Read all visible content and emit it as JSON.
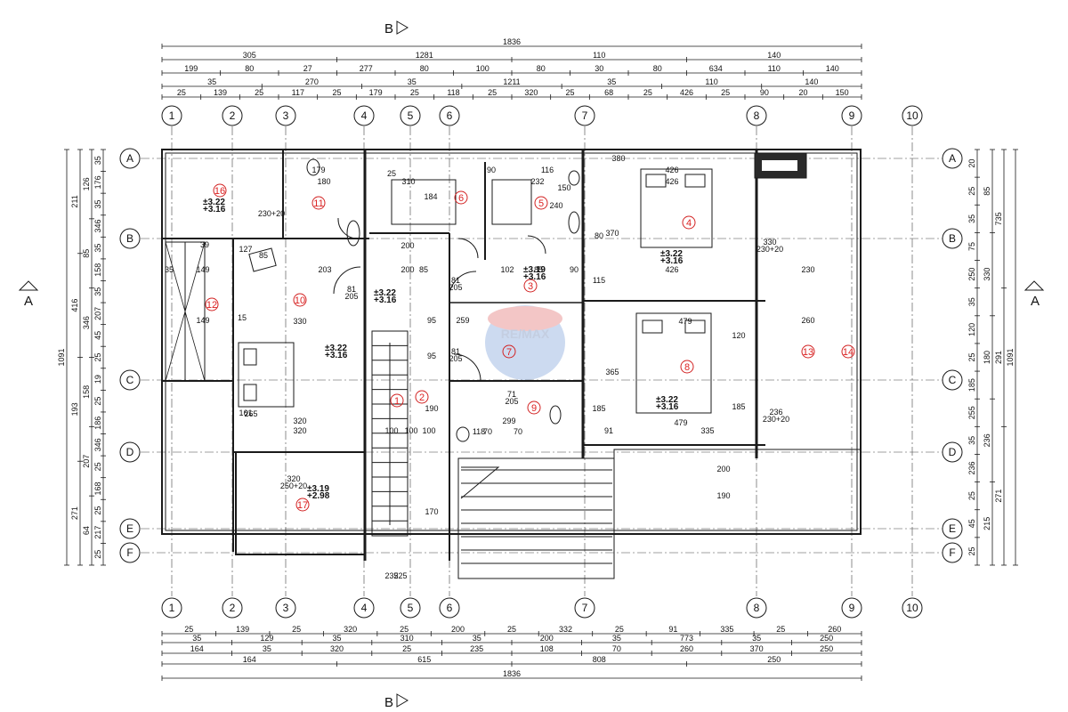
{
  "colors": {
    "ink": "#1a1a1a",
    "grid": "#444444",
    "room_marker": "#d22222",
    "wall_fill": "#2a2a2a"
  },
  "sections": {
    "top": "B",
    "bottom": "B",
    "left": "A",
    "right": "A"
  },
  "axes": {
    "columns": [
      "1",
      "2",
      "3",
      "4",
      "5",
      "6",
      "7",
      "8",
      "9",
      "10"
    ],
    "rows": [
      "A",
      "B",
      "C",
      "D",
      "E",
      "F"
    ]
  },
  "top_dimensions": [
    [
      "1836"
    ],
    [
      "305",
      "1281",
      "110",
      "140"
    ],
    [
      "199",
      "80",
      "27",
      "277",
      "80",
      "100",
      "80",
      "30",
      "80",
      "634",
      "110",
      "140"
    ],
    [
      "35",
      "270",
      "35",
      "1211",
      "35",
      "110",
      "140"
    ],
    [
      "25",
      "139",
      "25",
      "117",
      "25",
      "179",
      "25",
      "118",
      "25",
      "320",
      "25",
      "68",
      "25",
      "426",
      "25",
      "90",
      "20",
      "150"
    ]
  ],
  "bottom_dimensions": [
    [
      "25",
      "139",
      "25",
      "320",
      "25",
      "200",
      "25",
      "332",
      "25",
      "91",
      "335",
      "25",
      "260"
    ],
    [
      "35",
      "129",
      "35",
      "310",
      "35",
      "200",
      "35",
      "773",
      "35",
      "250"
    ],
    [
      "164",
      "35",
      "320",
      "25",
      "235",
      "108",
      "70",
      "260",
      "370",
      "250"
    ],
    [
      "164",
      "615",
      "808",
      "250"
    ],
    [
      "1836"
    ]
  ],
  "left_dimensions": {
    "outer": [
      "1091"
    ],
    "mid": [
      "211",
      "416",
      "193",
      "271"
    ],
    "inner": [
      "126",
      "85",
      "346",
      "158",
      "207",
      "64"
    ],
    "near": [
      "35",
      "176",
      "35",
      "346",
      "35",
      "158",
      "35",
      "207",
      "45",
      "25",
      "19",
      "25",
      "186",
      "346",
      "25",
      "168",
      "25",
      "217",
      "25"
    ]
  },
  "right_dimensions": {
    "outer": [
      "1091"
    ],
    "mid": [
      "735",
      "291",
      "271"
    ],
    "inner": [
      "85",
      "330",
      "180",
      "236",
      "215"
    ],
    "near": [
      "20",
      "25",
      "35",
      "75",
      "250",
      "35",
      "120",
      "25",
      "185",
      "255",
      "35",
      "236",
      "25",
      "45",
      "25"
    ]
  },
  "rooms": [
    "1",
    "2",
    "3",
    "4",
    "5",
    "6",
    "7",
    "8",
    "9",
    "10",
    "11",
    "12",
    "13",
    "14",
    "16",
    "17"
  ],
  "levels": [
    "±3.22",
    "+3.16",
    "±3.22",
    "+3.16",
    "±3.22",
    "+3.16",
    "±3.22",
    "+3.16",
    "±3.22",
    "+3.16",
    "±3.19",
    "+3.16",
    "±3.19",
    "+2.98"
  ],
  "interior_labels": [
    "179",
    "180",
    "310",
    "232",
    "426",
    "426",
    "426",
    "479",
    "479",
    "200",
    "200",
    "203",
    "149",
    "149",
    "330",
    "320",
    "320",
    "230",
    "260",
    "335",
    "299",
    "259",
    "102",
    "85",
    "90",
    "85",
    "81",
    "205",
    "81",
    "205",
    "81",
    "205",
    "230+20",
    "330",
    "230+20",
    "236",
    "230+20",
    "320",
    "250+20",
    "71",
    "205",
    "70",
    "70",
    "100",
    "100",
    "118",
    "190",
    "170",
    "235",
    "225",
    "91",
    "100",
    "95",
    "95",
    "80",
    "115",
    "185",
    "240",
    "150",
    "184",
    "370",
    "120",
    "190",
    "200",
    "185",
    "365",
    "380",
    "39",
    "35",
    "25",
    "90",
    "116",
    "127",
    "85",
    "15",
    "265",
    "161",
    "168"
  ],
  "watermark": "RE/MAX"
}
